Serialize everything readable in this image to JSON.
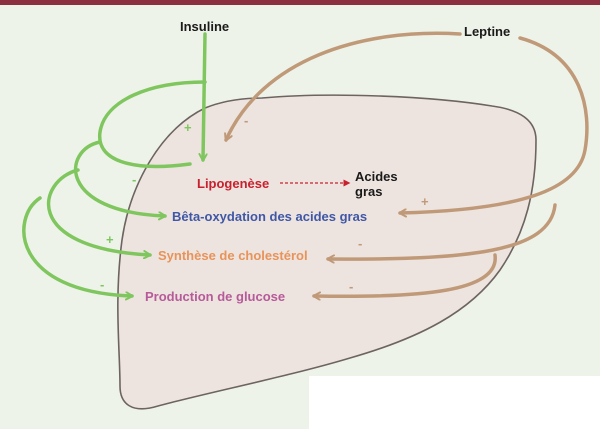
{
  "labels": {
    "insuline": "Insuline",
    "leptine": "Leptine",
    "lipogenese": "Lipogenèse",
    "acides_line1": "Acides",
    "acides_line2": "gras",
    "beta_oxydation": "Bêta-oxydation des acides gras",
    "cholesterol": "Synthèse de cholestérol",
    "glucose": "Production de glucose"
  },
  "signs": {
    "insuline_lipogenese": "+",
    "insuline_beta": "-",
    "insuline_cholesterol": "+",
    "insuline_glucose": "-",
    "leptine_lipogenese": "-",
    "leptine_beta": "+",
    "leptine_cholesterol": "-",
    "leptine_glucose": "-"
  },
  "colors": {
    "insuline_arrows": "#7fc65f",
    "leptine_arrows": "#c09a78",
    "liver_fill": "#ede4df",
    "liver_stroke": "#6d6360",
    "lipogenese": "#c8202e",
    "beta_oxydation": "#3f57a6",
    "cholesterol": "#e8935a",
    "glucose": "#b65a9a",
    "title_text": "#1a1a1a",
    "top_bar": "#8e2f3f"
  }
}
